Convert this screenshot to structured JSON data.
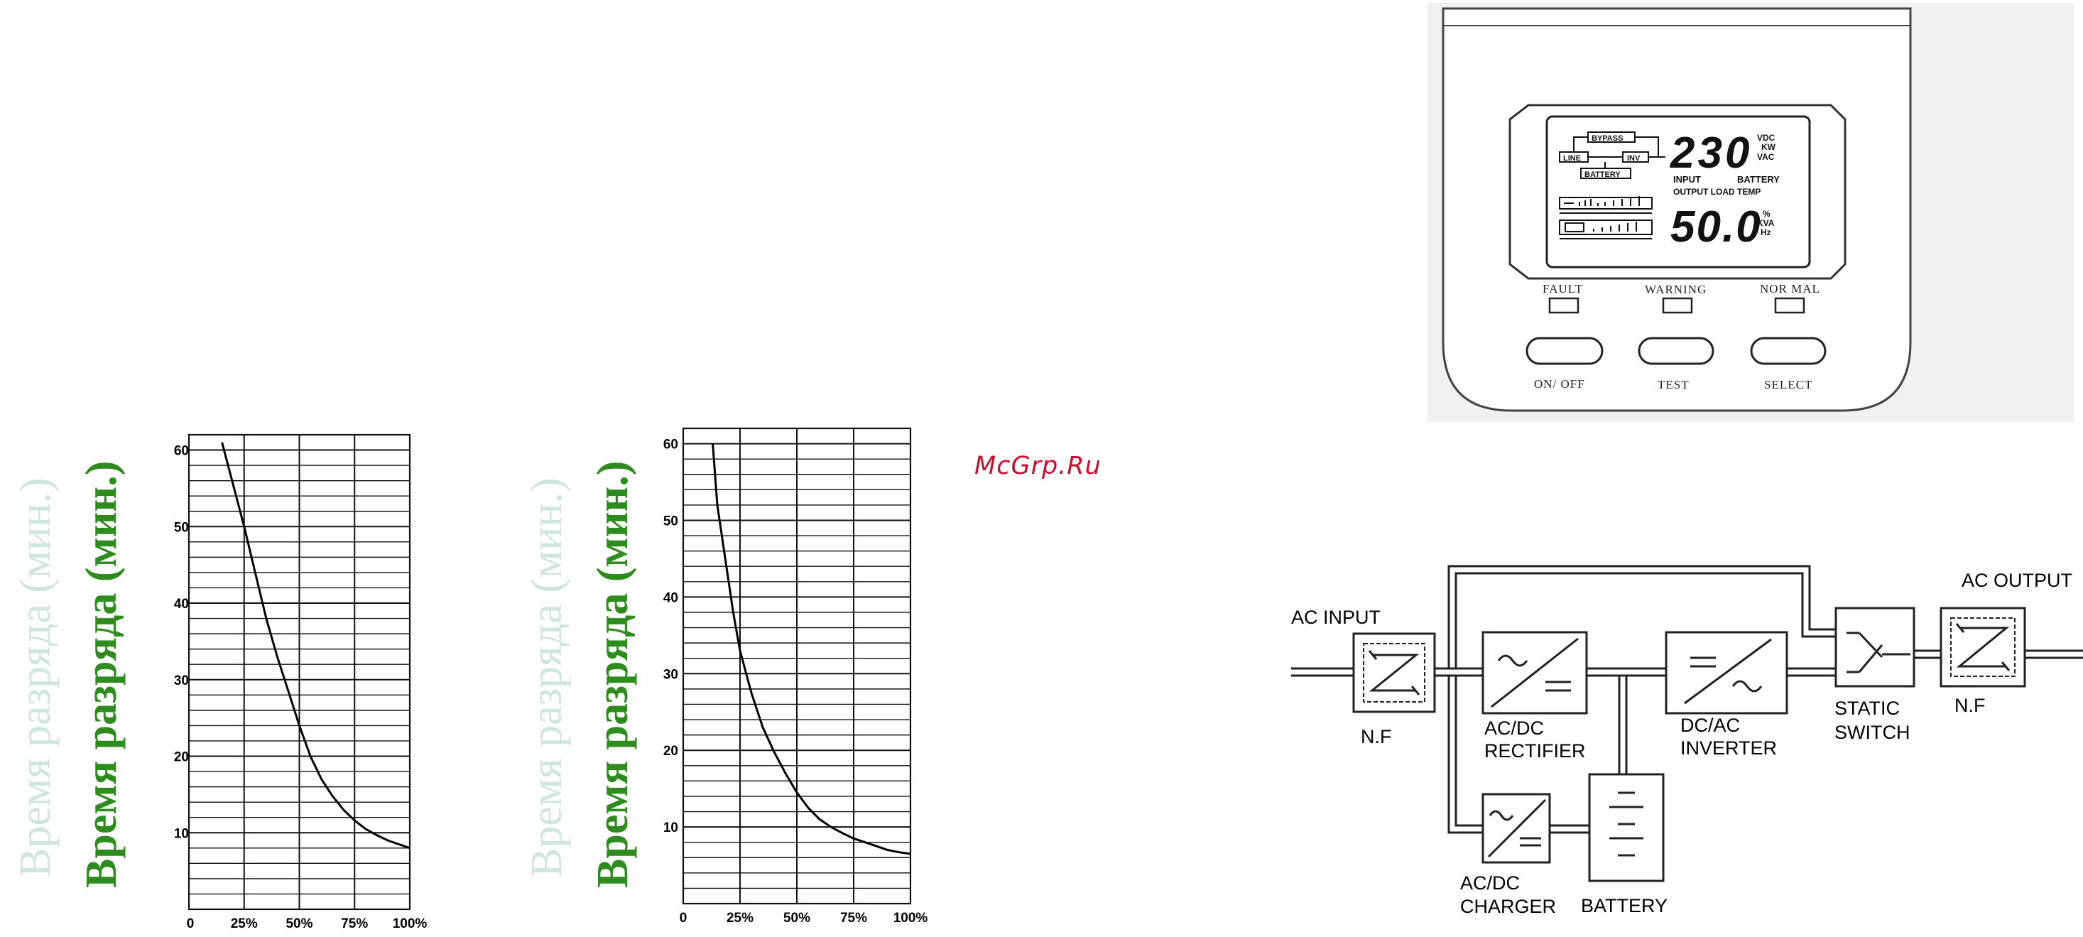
{
  "watermark": "McGrp.Ru",
  "chart_data": [
    {
      "type": "line",
      "ylabel": "Время разряда (мин.)",
      "xticks": [
        "0",
        "25%",
        "50%",
        "75%",
        "100%"
      ],
      "yticks": [
        "10",
        "20",
        "30",
        "40",
        "50",
        "60"
      ],
      "xlim": [
        0,
        100
      ],
      "ylim": [
        0,
        62
      ],
      "grid": true,
      "series": [
        {
          "x": [
            15,
            20,
            25,
            30,
            35,
            40,
            45,
            50,
            55,
            60,
            65,
            70,
            75,
            80,
            85,
            90,
            95,
            100
          ],
          "y": [
            61,
            55.5,
            50,
            44,
            38,
            33,
            28.5,
            24,
            20,
            17,
            14.8,
            13,
            11.6,
            10.5,
            9.7,
            9,
            8.5,
            8
          ]
        }
      ]
    },
    {
      "type": "line",
      "ylabel": "Время разряда (мин.)",
      "xticks": [
        "0",
        "25%",
        "50%",
        "75%",
        "100%"
      ],
      "yticks": [
        "10",
        "20",
        "30",
        "40",
        "50",
        "60"
      ],
      "xlim": [
        0,
        100
      ],
      "ylim": [
        0,
        62
      ],
      "grid": true,
      "series": [
        {
          "x": [
            13,
            15,
            18,
            20,
            22,
            25,
            30,
            35,
            40,
            45,
            50,
            55,
            60,
            65,
            70,
            75,
            80,
            85,
            90,
            95,
            100
          ],
          "y": [
            60,
            52,
            46,
            42,
            38,
            33,
            27.5,
            23,
            19.8,
            17,
            14.5,
            12.5,
            11,
            10,
            9.2,
            8.5,
            8,
            7.5,
            7,
            6.7,
            6.5
          ]
        }
      ]
    }
  ],
  "panel": {
    "lcd": {
      "bypass": "BYPASS",
      "line": "LINE",
      "inv": "INV",
      "battery": "BATTERY",
      "top_value": "230",
      "top_units": [
        "VDC",
        "KW",
        "VAC"
      ],
      "input": "INPUT",
      "battery_lbl": "BATTERY",
      "output_load_temp": "OUTPUT LOAD TEMP",
      "bottom_value": "50.0",
      "bottom_units": [
        "%",
        "KVA",
        "Hz"
      ]
    },
    "leds": [
      "FAULT",
      "WARNING",
      "NOR MAL"
    ],
    "buttons": [
      "ON/ OFF",
      "TEST",
      "SELECT"
    ]
  },
  "diagram": {
    "ac_input": "AC INPUT",
    "nf_in": "N.F",
    "rectifier": [
      "AC/DC",
      "RECTIFIER"
    ],
    "inverter": [
      "DC/AC",
      "INVERTER"
    ],
    "static_switch": [
      "STATIC",
      "SWITCH"
    ],
    "nf_out": "N.F",
    "ac_output": "AC OUTPUT",
    "charger": [
      "AC/DC",
      "CHARGER"
    ],
    "battery": "BATTERY"
  }
}
